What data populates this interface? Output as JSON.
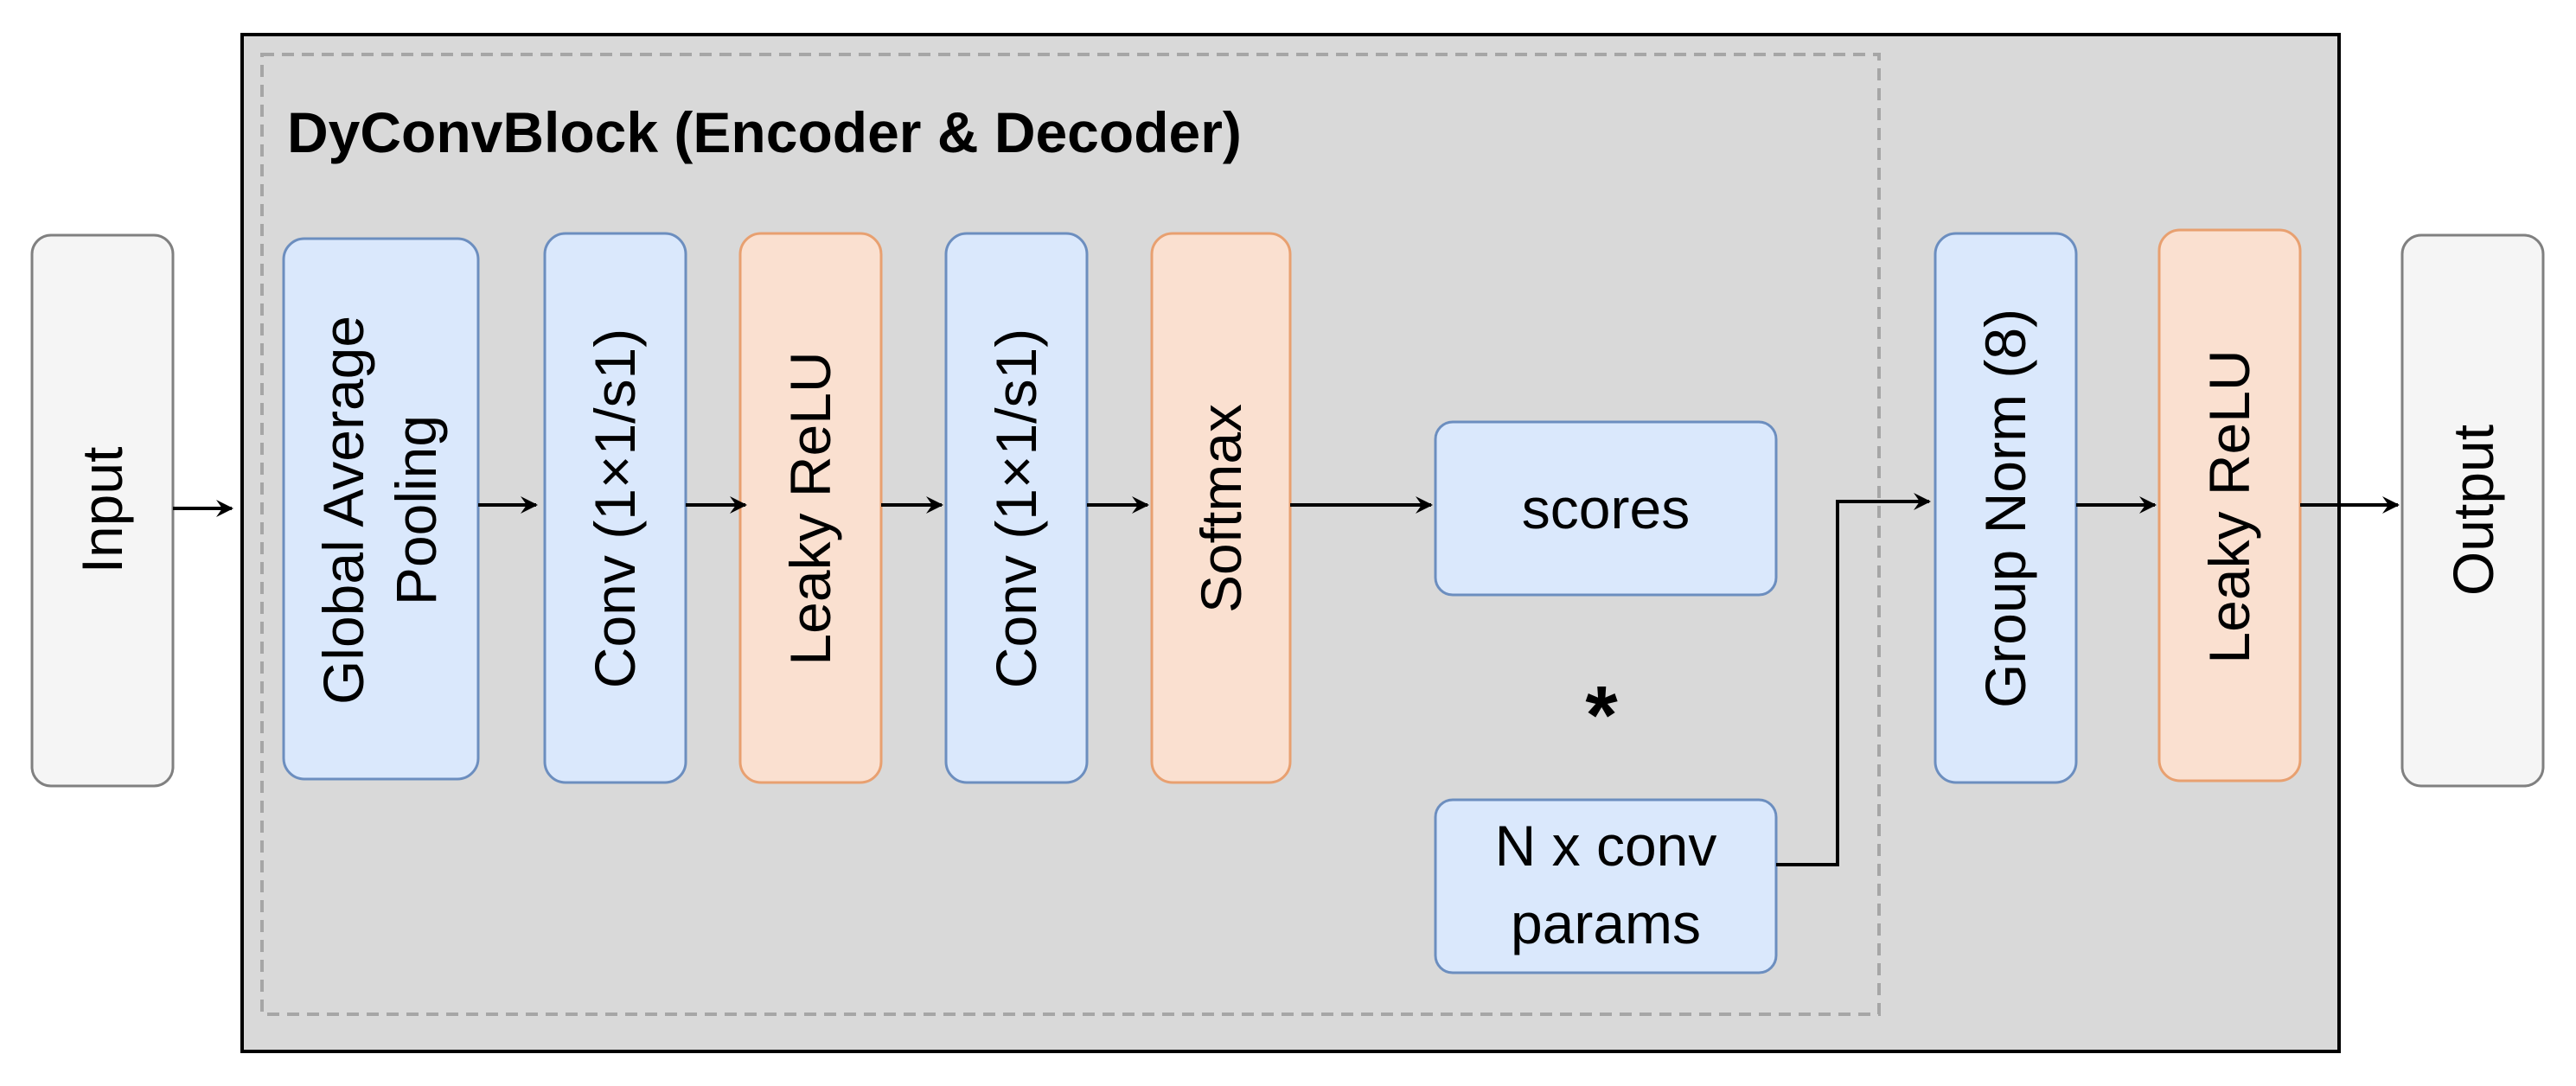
{
  "block_title": "DyConvBlock (Encoder & Decoder)",
  "io": {
    "input": "Input",
    "output": "Output"
  },
  "nodes": {
    "gap_line1": "Global Average",
    "gap_line2": "Pooling",
    "conv1": "Conv (1×1/s1)",
    "leaky1": "Leaky ReLU",
    "conv2": "Conv (1×1/s1)",
    "softmax": "Softmax",
    "scores": "scores",
    "multiply": "*",
    "params_line1": "N x conv",
    "params_line2": "params",
    "groupnorm": "Group Norm (8)",
    "leaky2": "Leaky ReLU"
  },
  "colors": {
    "blue_fill": "#dae8fc",
    "blue_stroke": "#6c8ebf",
    "orange_fill": "#fae0d0",
    "orange_stroke": "#e8a070",
    "io_fill": "#f5f5f5",
    "io_stroke": "#666666",
    "outer_fill": "#d9d9d9",
    "dashed_stroke": "#a6a6a6"
  }
}
